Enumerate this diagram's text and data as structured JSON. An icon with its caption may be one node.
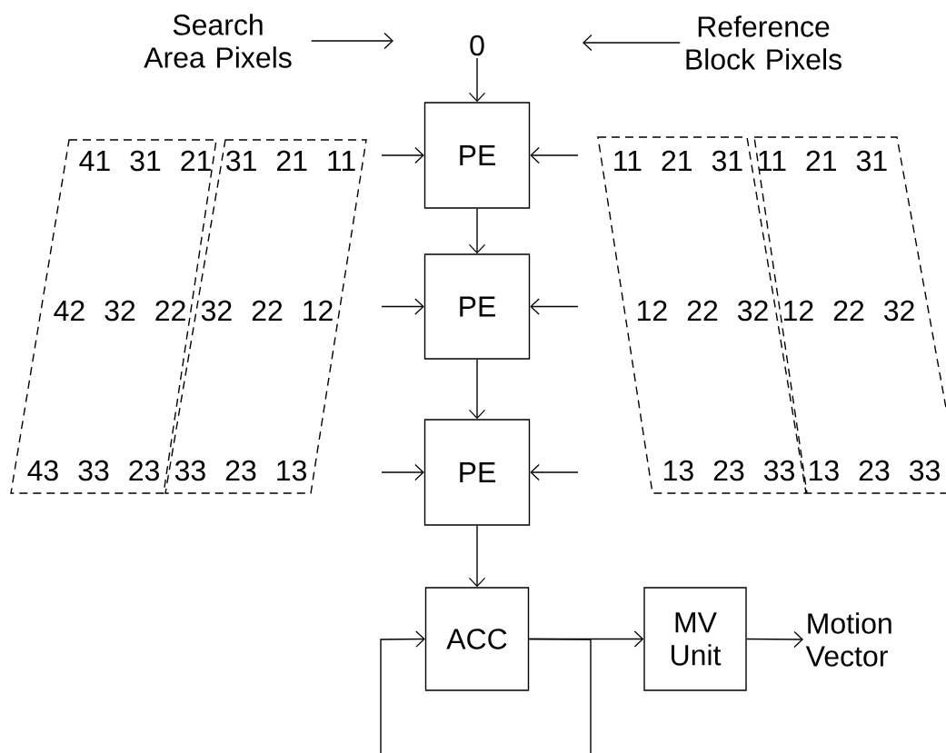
{
  "diagram": {
    "nodes": [
      {
        "text": [
          "Search Area Pixels"
        ]
      },
      {
        "text": [
          "0"
        ]
      },
      {
        "text": [
          "Reference Block Pixels"
        ]
      },
      {
        "text": [
          "41 31 21",
          "42 32 22",
          "43 33 23"
        ]
      },
      {
        "text": [
          "31 21 11",
          "32 22 12",
          "33 23 13"
        ]
      },
      {
        "text": [
          "PE"
        ]
      },
      {
        "text": [
          "11 21 31",
          "12 22 32",
          "13 23 33"
        ]
      },
      {
        "text": [
          "11 21 31",
          "12 22 32",
          "13 23 33"
        ]
      },
      {
        "text": [
          "PE"
        ]
      },
      {
        "text": [
          "PE"
        ]
      },
      {
        "text": [
          "ACC"
        ]
      },
      {
        "text": [
          "MV Unit"
        ]
      },
      {
        "text": [
          "Motion Vector"
        ]
      }
    ],
    "edges": [
      {
        "from": 1,
        "to": 5,
        "arrow": "to"
      },
      {
        "from": 5,
        "to": 8,
        "arrow": "to"
      },
      {
        "from": 8,
        "to": 9,
        "arrow": "to"
      },
      {
        "from": 9,
        "to": 10,
        "arrow": "to"
      },
      {
        "from": 10,
        "to": 11,
        "arrow": "to"
      },
      {
        "from": 11,
        "to": 12,
        "arrow": "to"
      },
      {
        "from": null,
        "to": 10,
        "arrow": "to"
      },
      {
        "from": 10,
        "to": null,
        "arrow": "none"
      },
      {
        "from": null,
        "to": 5,
        "arrow": "to"
      },
      {
        "from": null,
        "to": 8,
        "arrow": "to"
      },
      {
        "from": null,
        "to": 9,
        "arrow": "to"
      },
      {
        "from": null,
        "to": 5,
        "arrow": "to"
      },
      {
        "from": null,
        "to": 8,
        "arrow": "to"
      },
      {
        "from": null,
        "to": 9,
        "arrow": "to"
      },
      {
        "from": 0,
        "to": null,
        "arrow": "to"
      },
      {
        "from": 2,
        "to": null,
        "arrow": "to"
      }
    ]
  }
}
